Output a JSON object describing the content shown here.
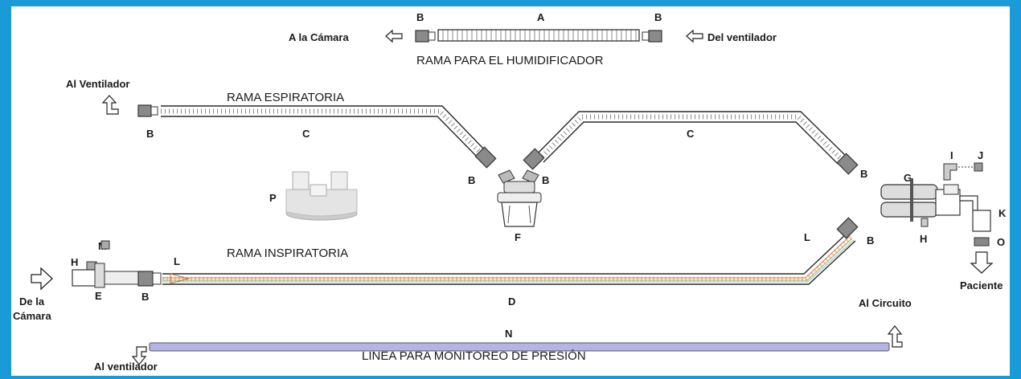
{
  "humidifier": {
    "title": "RAMA PARA EL HUMIDIFICADOR",
    "to_chamber": "A la Cámara",
    "from_ventilator": "Del ventilador",
    "letter_a": "A",
    "letter_b_left": "B",
    "letter_b_right": "B"
  },
  "expiratory": {
    "title": "RAMA ESPIRATORIA",
    "to_ventilator": "Al Ventilador"
  },
  "inspiratory": {
    "title": "RAMA INSPIRATORIA",
    "from_chamber_line1": "De  la",
    "from_chamber_line2": "Cámara"
  },
  "pressure_line": {
    "title": "LINEA PARA MONITOREO DE PRESIÓN",
    "to_ventilator": "Al ventilador",
    "to_circuit": "Al Circuito",
    "letter_n": "N"
  },
  "letters": {
    "b": "B",
    "c": "C",
    "d": "D",
    "e": "E",
    "f": "F",
    "g": "G",
    "h": "H",
    "i": "I",
    "j": "J",
    "k": "K",
    "l": "L",
    "m": "M",
    "o": "O",
    "p": "P"
  },
  "patient": "Paciente",
  "colors": {
    "frame_border": "#1b9ad8",
    "connector_gray": "#8a8a8a",
    "pressure_line": "#b4b4e6",
    "hose_stroke": "#2a2a2a"
  }
}
